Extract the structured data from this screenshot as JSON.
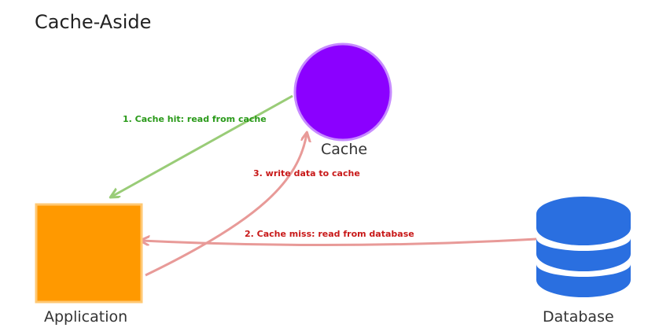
{
  "title": "Cache-Aside",
  "nodes": {
    "cache": {
      "label": "Cache",
      "color": "#8b00ff",
      "stroke": "#c78bff"
    },
    "application": {
      "label": "Application",
      "color": "#ff9900",
      "stroke": "#ffc873"
    },
    "database": {
      "label": "Database",
      "color": "#2a6fe0"
    }
  },
  "edges": {
    "cache_hit": {
      "label": "1. Cache hit: read from cache",
      "color": "#99cc77",
      "text_color": "#2a9a1a"
    },
    "cache_miss": {
      "label": "2. Cache miss: read from database",
      "color": "#e89a98",
      "text_color": "#c81818"
    },
    "write_cache": {
      "label": "3. write data to cache",
      "color": "#e89a98",
      "text_color": "#c81818"
    }
  }
}
